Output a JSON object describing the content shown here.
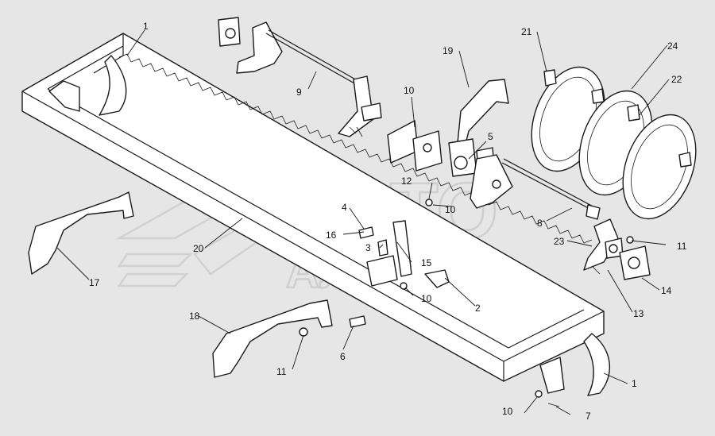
{
  "watermark": {
    "line1": "АВТО",
    "line2": "АЛЬЯНС",
    "color": "#cfcfcf"
  },
  "callouts": {
    "c1a": "1",
    "c1b": "1",
    "c2": "2",
    "c3": "3",
    "c4": "4",
    "c5": "5",
    "c6": "6",
    "c7": "7",
    "c8": "8",
    "c9": "9",
    "c10a": "10",
    "c10b": "10",
    "c10c": "10",
    "c10d": "10",
    "c11a": "11",
    "c11b": "11",
    "c12": "12",
    "c13": "13",
    "c14": "14",
    "c15": "15",
    "c16": "16",
    "c17": "17",
    "c18": "18",
    "c19": "19",
    "c20": "20",
    "c21": "21",
    "c22": "22",
    "c23": "23",
    "c24": "24"
  }
}
